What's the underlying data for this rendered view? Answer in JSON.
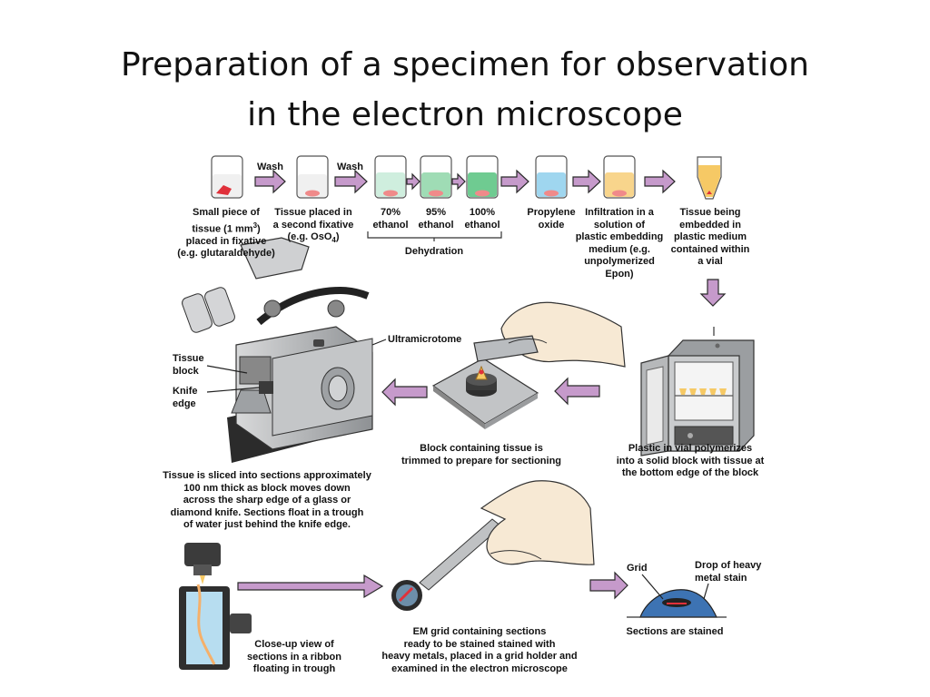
{
  "title": {
    "line1": "Preparation of a specimen for observation",
    "line2": "in the electron microscope"
  },
  "colors": {
    "arrow": "#c69acb",
    "arrow_stroke": "#2a2a2a",
    "fix1": "#f0f0f0",
    "ethanol70": "#cfeede",
    "ethanol95": "#9fdcb5",
    "ethanol100": "#6fcb91",
    "propylene": "#9fd6ef",
    "infiltration": "#f8d58c",
    "vial": "#f6c965",
    "tissue": "#e0303a",
    "machine_dark": "#2b2b2b",
    "machine_gray": "#b8babc",
    "skin": "#f7e9d4"
  },
  "steps": {
    "wash1": "Wash",
    "wash2": "Wash",
    "fixative": [
      "Small piece of",
      "tissue (1 mm",
      "placed in fixative",
      "(e.g. glutaraldehyde)"
    ],
    "fixative_sup": "3",
    "fixative_tail": ")",
    "second_fixative": [
      "Tissue placed in",
      "a second fixative",
      "(e.g. OsO",
      ")"
    ],
    "second_fixative_sub": "4",
    "ethanol70": [
      "70%",
      "ethanol"
    ],
    "ethanol95": [
      "95%",
      "ethanol"
    ],
    "ethanol100": [
      "100%",
      "ethanol"
    ],
    "dehydration": "Dehydration",
    "propylene": [
      "Propylene",
      "oxide"
    ],
    "infiltration": [
      "Infiltration in a",
      "solution of",
      "plastic embedding",
      "medium (e.g.",
      "unpolymerized",
      "Epon)"
    ],
    "embedding": [
      "Tissue being",
      "embedded in",
      "plastic medium",
      "contained within",
      "a vial"
    ]
  },
  "labels": {
    "ultramicrotome": "Ultramicrotome",
    "tissue_block": [
      "Tissue",
      "block"
    ],
    "knife_edge": [
      "Knife",
      "edge"
    ],
    "grid": "Grid",
    "drop": [
      "Drop of heavy",
      "metal stain"
    ]
  },
  "captions": {
    "polymerize": [
      "Plastic in vial polymerizes",
      "into a solid block with tissue at",
      "the bottom edge of the block"
    ],
    "trim": [
      "Block containing tissue is",
      "trimmed to prepare for sectioning"
    ],
    "slice": [
      "Tissue is sliced into sections approximately",
      "100 nm thick as block moves down",
      "across the sharp edge of a glass or",
      "diamond knife. Sections float in a trough",
      "of water just behind the knife edge."
    ],
    "closeup": [
      "Close-up view of",
      "sections in a ribbon",
      "floating in trough"
    ],
    "emgrid": [
      "EM grid containing sections",
      "ready to be stained stained with",
      "heavy metals, placed in a grid holder and",
      "examined in the electron microscope"
    ],
    "stained": "Sections are stained"
  }
}
